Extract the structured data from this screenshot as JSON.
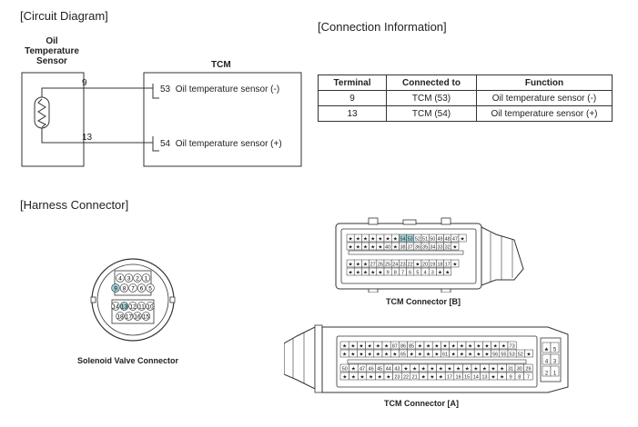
{
  "circuit": {
    "section_title": "[Circuit Diagram]",
    "sensor_title": [
      "Oil",
      "Temperature",
      "Sensor"
    ],
    "tcm_title": "TCM",
    "wire_top": "9",
    "wire_bottom": "13",
    "pin_top_num": "53",
    "pin_top_label": "Oil temperature sensor (-)",
    "pin_bottom_num": "54",
    "pin_bottom_label": "Oil temperature sensor (+)"
  },
  "connection": {
    "section_title": "[Connection Information]",
    "headers": [
      "Terminal",
      "Connected to",
      "Function"
    ],
    "rows": [
      [
        "9",
        "TCM (53)",
        "Oil temperature sensor (-)"
      ],
      [
        "13",
        "TCM (54)",
        "Oil temperature sensor (+)"
      ]
    ]
  },
  "harness": {
    "section_title": "[Harness Connector]",
    "solenoid_caption": "Solenoid Valve Connector",
    "tcm_b_caption": "TCM Connector [B]",
    "tcm_a_caption": "TCM Connector [A]",
    "solenoid_row1": [
      "4",
      "3",
      "2",
      "1"
    ],
    "solenoid_row2": [
      "9",
      "8",
      "7",
      "6",
      "5"
    ],
    "solenoid_row3": [
      "14",
      "13",
      "12",
      "11",
      "10"
    ],
    "solenoid_row4": [
      "18",
      "17",
      "16",
      "15"
    ],
    "b_row1": [
      "★",
      "★",
      "★",
      "★",
      "★",
      "★",
      "★",
      "54",
      "53",
      "52",
      "51",
      "50",
      "49",
      "48",
      "47",
      "★"
    ],
    "b_row2": [
      "★",
      "★",
      "★",
      "★",
      "★",
      "40",
      "★",
      "38",
      "37",
      "36",
      "35",
      "34",
      "33",
      "32",
      "★"
    ],
    "b_row3": [
      "★",
      "★",
      "★",
      "27",
      "26",
      "25",
      "24",
      "23",
      "22",
      "★",
      "20",
      "19",
      "18",
      "17",
      "★"
    ],
    "b_row4": [
      "★",
      "★",
      "★",
      "★",
      "★",
      "9",
      "8",
      "7",
      "6",
      "5",
      "4",
      "3",
      "★",
      "★"
    ],
    "a_row1": [
      "★",
      "★",
      "★",
      "★",
      "★",
      "★",
      "87",
      "86",
      "85",
      "★",
      "★",
      "★",
      "★",
      "★",
      "★",
      "★",
      "★",
      "★",
      "★",
      "★",
      "73"
    ],
    "a_row2": [
      "★",
      "★",
      "★",
      "★",
      "★",
      "★",
      "★",
      "65",
      "★",
      "★",
      "★",
      "★",
      "61",
      "★",
      "★",
      "★",
      "★",
      "★",
      "56",
      "55",
      "53",
      "52",
      "★"
    ],
    "a_row3": [
      "50",
      "★",
      "47",
      "46",
      "45",
      "44",
      "43",
      "★",
      "★",
      "★",
      "★",
      "★",
      "★",
      "★",
      "★",
      "★",
      "★",
      "★",
      "★",
      "31",
      "30",
      "29"
    ],
    "a_row4": [
      "★",
      "★",
      "★",
      "★",
      "★",
      "★",
      "23",
      "22",
      "21",
      "★",
      "★",
      "★",
      "17",
      "16",
      "15",
      "14",
      "13",
      "★",
      "★",
      "9",
      "8",
      "7"
    ],
    "a_side": [
      "★",
      "5",
      "4",
      "3",
      "2",
      "1"
    ],
    "highlight_color": "#9fd3d8"
  }
}
